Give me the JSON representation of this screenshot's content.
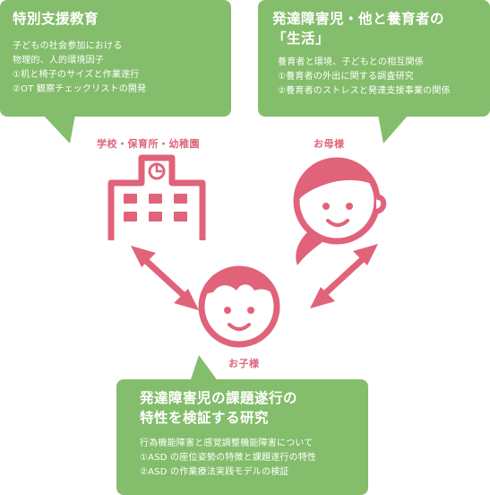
{
  "top_left": {
    "title": "特別支援教育",
    "lines": [
      "子どもの社会参加における",
      "物理的、人的環境因子",
      "①机と椅子のサイズと作業遂行",
      "②OT 観察チェックリストの開発"
    ]
  },
  "top_right": {
    "title_line1": "発達障害児・他と養育者の",
    "title_line2": "「生活」",
    "lines": [
      "養育者と環境、子どもとの相互関係",
      "①養育者の外出に関する調査研究",
      "②養育者のストレスと発達支援事業の関係"
    ]
  },
  "bottom": {
    "title_line1": "発達障害児の課題遂行の",
    "title_line2": "特性を検証する研究",
    "lines": [
      "行為機能障害と感覚調整機能障害について",
      "①ASD の座位姿勢の特徴と課題遂行の特性",
      "②ASD の作業療法実践モデルの検証"
    ]
  },
  "labels": {
    "school": "学校・保育所・幼稚園",
    "mother": "お母様",
    "child": "お子様"
  },
  "colors": {
    "bubble_green": "#84bd6b",
    "accent_pink": "#e0637a"
  }
}
